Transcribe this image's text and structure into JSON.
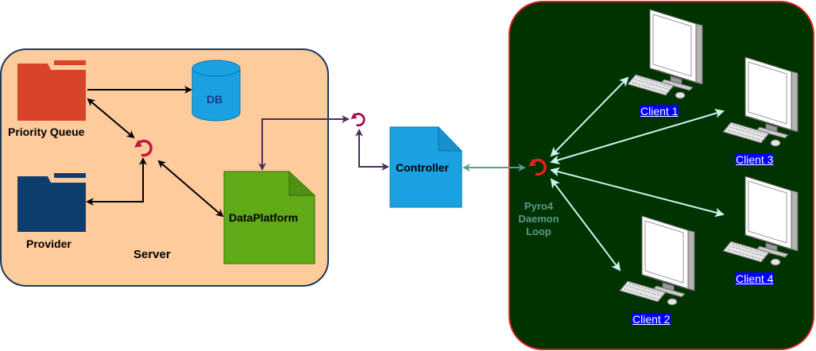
{
  "server": {
    "title": "Server",
    "priority_queue": "Priority Queue",
    "provider": "Provider",
    "db": "DB",
    "data_platform": "DataPlatform"
  },
  "controller": "Controller",
  "daemon": {
    "line1": "Pyro4",
    "line2": "Daemon",
    "line3": "Loop"
  },
  "clients": [
    "Client 1",
    "Client 2",
    "Client 3",
    "Client 4"
  ],
  "colors": {
    "server_bg": "#fdcb9c",
    "server_border": "#1b3a5c",
    "client_bg": "#003300",
    "client_border": "#d62020",
    "priority_folder": "#d9432a",
    "provider_folder": "#0e3e6e",
    "db": "#1ba1e2",
    "data_platform": "#60a917",
    "controller": "#1ba1e2",
    "loop_icon": "#d62020",
    "arrow_black": "#000000",
    "arrow_purple": "#4a2d5a",
    "arrow_teal": "#5b9a8e",
    "arrow_cyan": "#c8f6f0"
  }
}
